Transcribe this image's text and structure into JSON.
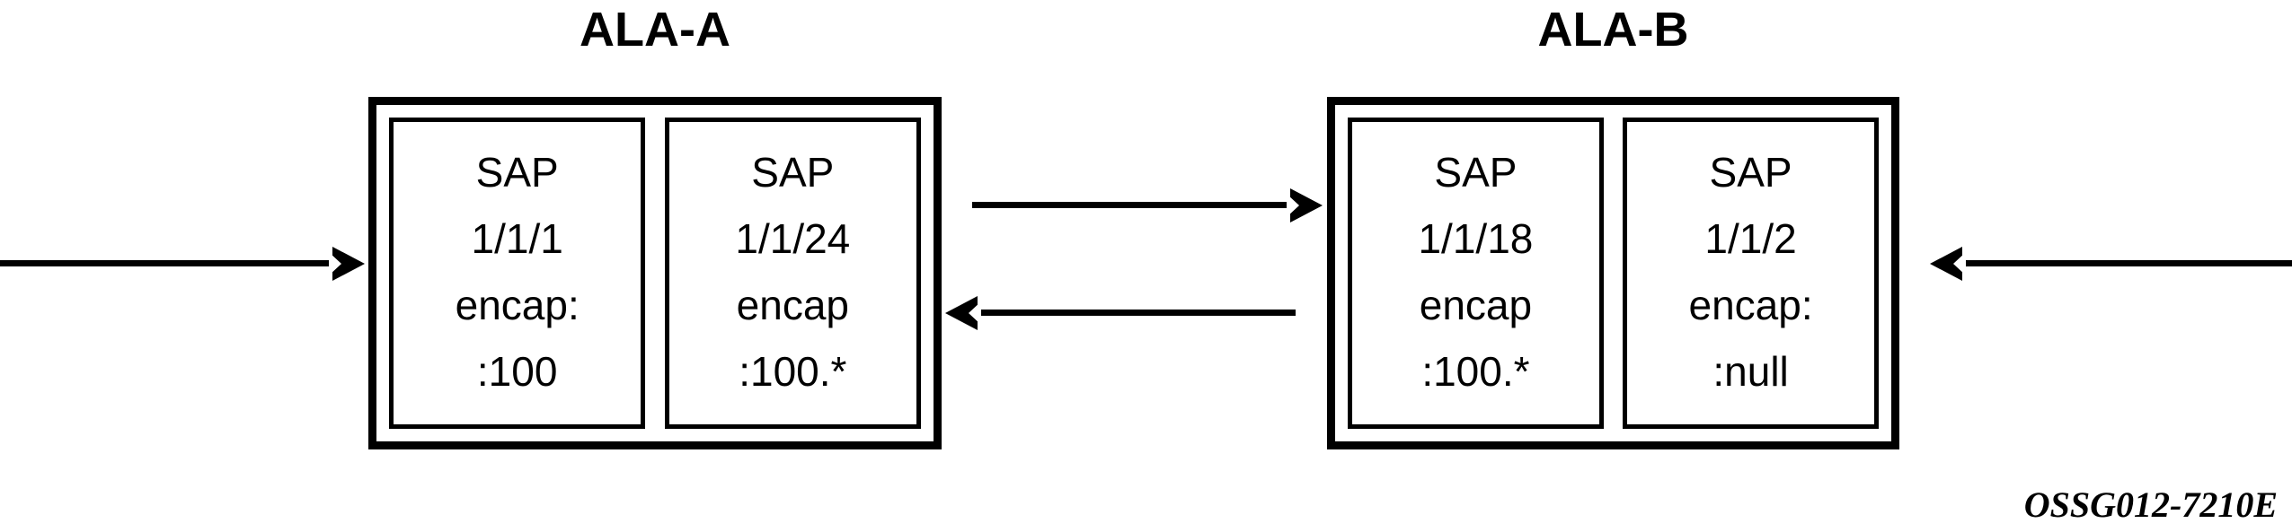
{
  "figure": {
    "caption": "OSSG012-7210E",
    "background_color": "#ffffff",
    "line_color": "#000000"
  },
  "devices": [
    {
      "id": "ala-a",
      "title": "ALA-A",
      "saps": [
        {
          "id": "sap-1-1-1",
          "lines": [
            "SAP",
            "1/1/1",
            "encap:",
            ":100"
          ]
        },
        {
          "id": "sap-1-1-24",
          "lines": [
            "SAP",
            "1/1/24",
            "encap",
            ":100.*"
          ]
        }
      ]
    },
    {
      "id": "ala-b",
      "title": "ALA-B",
      "saps": [
        {
          "id": "sap-1-1-18",
          "lines": [
            "SAP",
            "1/1/18",
            "encap",
            ":100.*"
          ]
        },
        {
          "id": "sap-1-1-2",
          "lines": [
            "SAP",
            "1/1/2",
            "encap:",
            ":null"
          ]
        }
      ]
    }
  ],
  "arrows": [
    {
      "id": "ingress-left",
      "direction": "right",
      "icon": "arrow-right-icon"
    },
    {
      "id": "a-to-b",
      "direction": "right",
      "icon": "arrow-right-icon"
    },
    {
      "id": "b-to-a",
      "direction": "left",
      "icon": "arrow-left-icon"
    },
    {
      "id": "egress-right",
      "direction": "left",
      "icon": "arrow-left-icon"
    }
  ]
}
